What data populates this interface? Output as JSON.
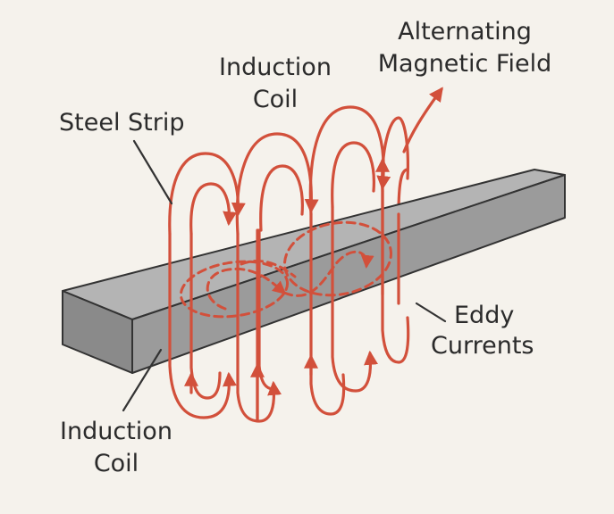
{
  "labels": {
    "steel_strip": "Steel Strip",
    "induction_coil_top_line1": "Induction",
    "induction_coil_top_line2": "Coil",
    "field_line1": "Alternating",
    "field_line2": "Magnetic Field",
    "eddy_line1": "Eddy",
    "eddy_line2": "Currents",
    "induction_coil_bottom_line1": "Induction",
    "induction_coil_bottom_line2": "Coil"
  },
  "colors": {
    "background": "#f5f2ec",
    "field_lines": "#d2503b",
    "strip_top": "#b4b4b4",
    "strip_front": "#999999",
    "strip_end": "#8c8c8c",
    "outline": "#333333",
    "text": "#2b2b2b"
  }
}
